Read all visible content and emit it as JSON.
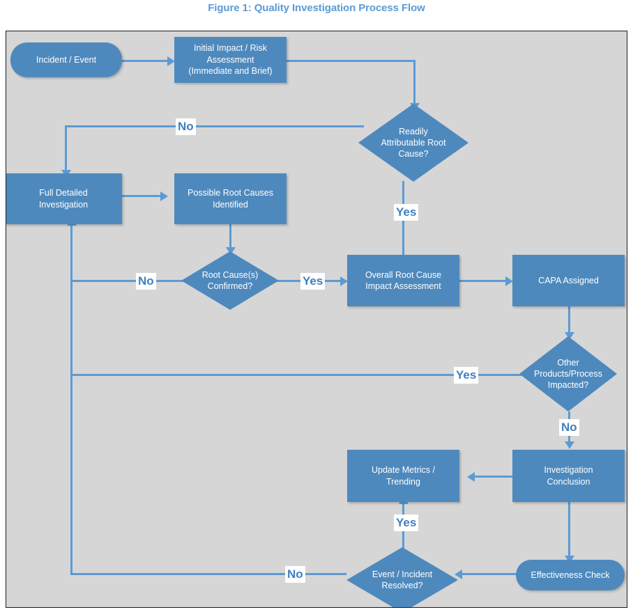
{
  "figure": {
    "title": "Figure 1: Quality Investigation Process Flow",
    "title_color": "#5b9bd5",
    "node_fill": "#4e89bd",
    "connector_color": "#5b9bd5",
    "canvas_background": "#d6d6d6",
    "frame_border_color": "#1a1a1a"
  },
  "nodes": [
    {
      "id": "incident-event",
      "label": "Incident / Event",
      "shape": "rounded"
    },
    {
      "id": "initial-impact-risk",
      "label": "Initial Impact / Risk\nAssessment\n(Immediate and Brief)",
      "shape": "rectangle"
    },
    {
      "id": "readily-attributable",
      "label": "Readily\nAttributable Root\nCause?",
      "shape": "diamond"
    },
    {
      "id": "full-detailed-investigation",
      "label": "Full Detailed\nInvestigation",
      "shape": "rectangle"
    },
    {
      "id": "possible-root-causes",
      "label": "Possible Root Causes\nIdentified",
      "shape": "rectangle"
    },
    {
      "id": "root-causes-confirmed",
      "label": "Root Cause(s)\nConfirmed?",
      "shape": "diamond"
    },
    {
      "id": "overall-root-cause-impact",
      "label": "Overall Root Cause\nImpact Assessment",
      "shape": "rectangle"
    },
    {
      "id": "capa-assigned",
      "label": "CAPA Assigned",
      "shape": "rectangle"
    },
    {
      "id": "other-products-impacted",
      "label": "Other\nProducts/Process\nImpacted?",
      "shape": "diamond"
    },
    {
      "id": "investigation-conclusion",
      "label": "Investigation\nConclusion",
      "shape": "rectangle"
    },
    {
      "id": "update-metrics-trending",
      "label": "Update Metrics /\nTrending",
      "shape": "rectangle"
    },
    {
      "id": "effectiveness-check",
      "label": "Effectiveness Check",
      "shape": "rounded"
    },
    {
      "id": "event-incident-resolved",
      "label": "Event / Incident\nResolved?",
      "shape": "diamond"
    }
  ],
  "edge_labels": [
    {
      "id": "no-readily-attributable",
      "text": "No",
      "from": "readily-attributable",
      "to": "full-detailed-investigation"
    },
    {
      "id": "yes-readily-attributable",
      "text": "Yes",
      "from": "readily-attributable",
      "to": "overall-root-cause-impact"
    },
    {
      "id": "no-root-causes-confirmed",
      "text": "No",
      "from": "root-causes-confirmed",
      "to": "full-detailed-investigation"
    },
    {
      "id": "yes-root-causes-confirmed",
      "text": "Yes",
      "from": "root-causes-confirmed",
      "to": "overall-root-cause-impact"
    },
    {
      "id": "yes-other-products",
      "text": "Yes",
      "from": "other-products-impacted",
      "to": "full-detailed-investigation"
    },
    {
      "id": "no-other-products",
      "text": "No",
      "from": "other-products-impacted",
      "to": "investigation-conclusion"
    },
    {
      "id": "yes-event-resolved",
      "text": "Yes",
      "from": "event-incident-resolved",
      "to": "update-metrics-trending"
    },
    {
      "id": "no-event-resolved",
      "text": "No",
      "from": "event-incident-resolved",
      "to": "full-detailed-investigation"
    }
  ]
}
